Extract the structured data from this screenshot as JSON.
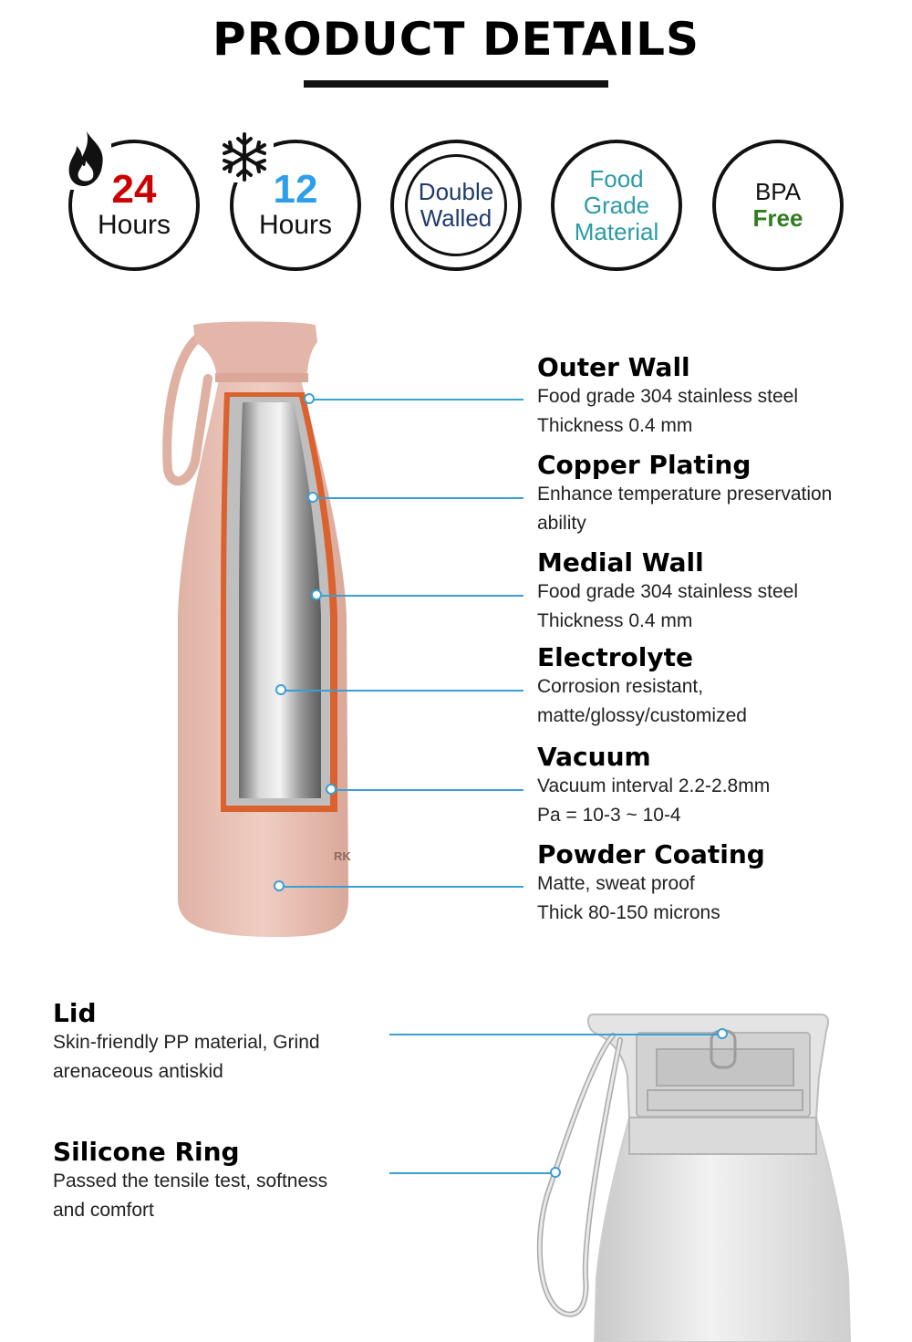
{
  "title": "PRODUCT DETAILS",
  "badges": [
    {
      "value": "24",
      "unit": "Hours",
      "icon": "fire-icon",
      "color": "#cc0000"
    },
    {
      "value": "12",
      "unit": "Hours",
      "icon": "snowflake-icon",
      "color": "#2e9ee8"
    },
    {
      "line1": "Double",
      "line2": "Walled",
      "color": "#1f3b6e"
    },
    {
      "line1": "Food",
      "line2": "Grade",
      "line3": "Material",
      "color": "#2a9ba6"
    },
    {
      "line1": "BPA",
      "line2": "Free",
      "color": "#111111",
      "accent": "#2f7d1e"
    }
  ],
  "features": [
    {
      "heading": "Outer Wall",
      "line1": "Food grade 304 stainless steel",
      "line2": "Thickness 0.4 mm"
    },
    {
      "heading": "Copper Plating",
      "line1": "Enhance temperature preservation",
      "line2": "ability"
    },
    {
      "heading": "Medial Wall",
      "line1": "Food grade 304 stainless steel",
      "line2": "Thickness 0.4 mm"
    },
    {
      "heading": "Electrolyte",
      "line1": "Corrosion resistant,",
      "line2": "matte/glossy/customized"
    },
    {
      "heading": "Vacuum",
      "line1": "Vacuum interval 2.2-2.8mm",
      "line2": "Pa = 10-3 ~ 10-4"
    },
    {
      "heading": "Powder Coating",
      "line1": "Matte, sweat proof",
      "line2": "Thick 80-150 microns"
    }
  ],
  "lower_features": [
    {
      "heading": "Lid",
      "line1": "Skin-friendly PP material, Grind",
      "line2": "arenaceous antiskid"
    },
    {
      "heading": "Silicone Ring",
      "line1": "Passed the tensile test, softness",
      "line2": "and comfort"
    }
  ],
  "bottle_brand": "RK",
  "colors": {
    "accent_line": "#3a9fd4",
    "bottle_pink": "#e9c3b8",
    "copper": "#d9622f"
  }
}
